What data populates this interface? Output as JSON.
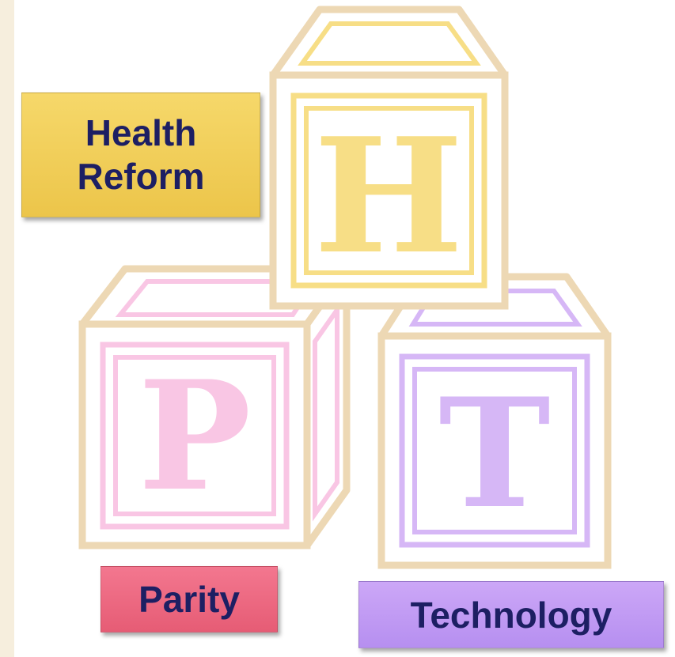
{
  "blocks": {
    "h": {
      "letter": "H",
      "color": "#f7de86"
    },
    "p": {
      "letter": "P",
      "color": "#f9c6e4"
    },
    "t": {
      "letter": "T",
      "color": "#d6b7f6"
    },
    "frame_color": "#edd8b4"
  },
  "labels": {
    "health_line1": "Health",
    "health_line2": "Reform",
    "parity": "Parity",
    "technology": "Technology"
  },
  "colors": {
    "page_background": "#f6eedd",
    "health_label": "#f1cf5a",
    "parity_label": "#ec6a82",
    "technology_label": "#c19cf4",
    "label_text": "#1d1f63"
  }
}
